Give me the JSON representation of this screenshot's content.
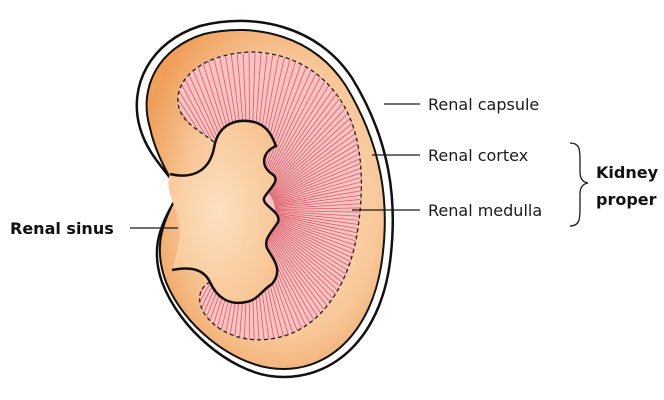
{
  "diagram": {
    "labels": {
      "renal_capsule": "Renal capsule",
      "renal_cortex": "Renal cortex",
      "renal_medulla": "Renal medulla",
      "renal_sinus": "Renal sinus",
      "kidney_proper_line1": "Kidney",
      "kidney_proper_line2": "proper"
    },
    "colors": {
      "outline": "#111111",
      "capsule_fill": "#ffffff",
      "cortex_fill": "#f8c89a",
      "cortex_edge": "#eb9a52",
      "sinus_fill": "#fbd2a8",
      "medulla_fill": "#f6c3c0",
      "medulla_rays": "#d9475a",
      "leader_line": "#1a1a1a"
    }
  }
}
